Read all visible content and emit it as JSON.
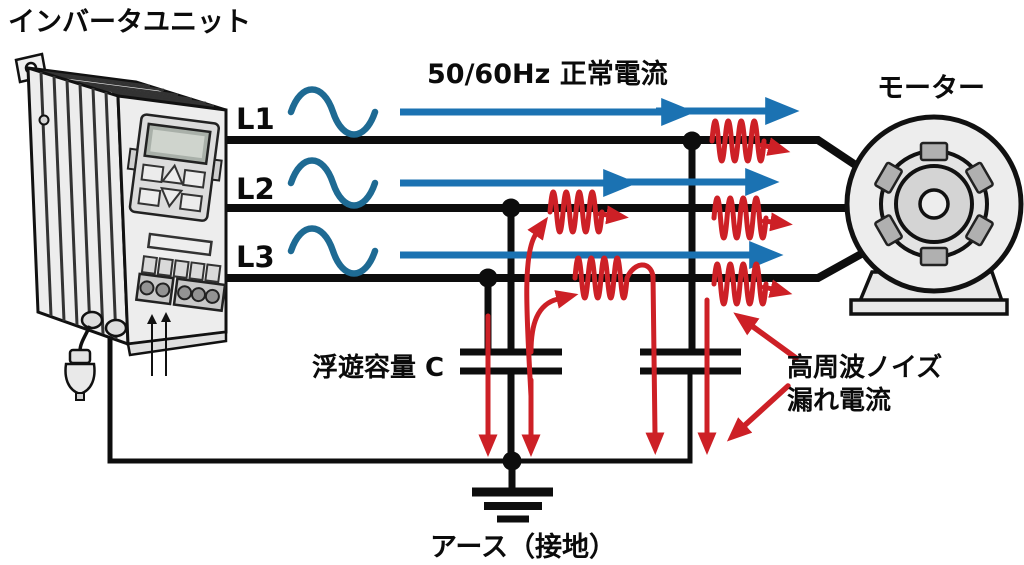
{
  "titles": {
    "inverter_unit": "インバータユニット",
    "motor": "モーター"
  },
  "annotations": {
    "normal_current": "50/60Hz 正常電流",
    "stray_capacitance": "浮遊容量 C",
    "high_freq_noise_line1": "高周波ノイズ",
    "high_freq_noise_line2": "漏れ電流",
    "earth_ground": "アース（接地）"
  },
  "phase_lines": {
    "l1": "L1",
    "l2": "L2",
    "l3": "L3"
  },
  "colors": {
    "wire": "#0d0d0d",
    "normal_current_blue": "#1b72b2",
    "sine_blue": "#1e6a93",
    "noise_red": "#cd2026",
    "device_fill": "#ededed",
    "device_fill_dark": "#c9c9c9"
  }
}
